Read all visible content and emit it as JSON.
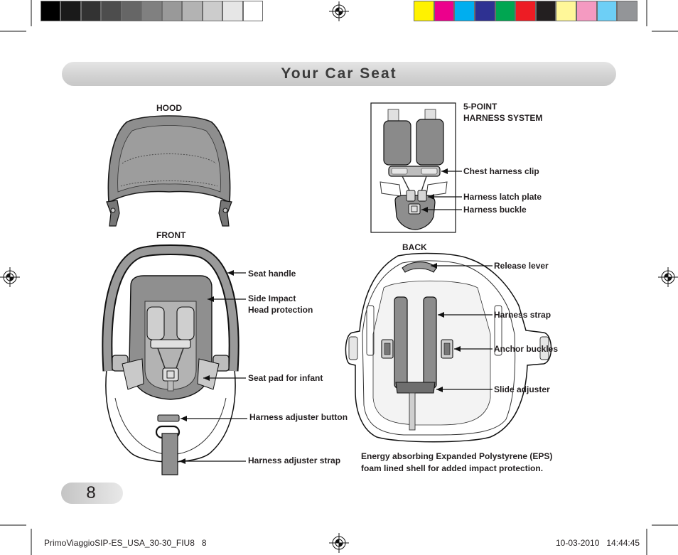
{
  "page": {
    "title": "Your Car Seat",
    "page_number": "8"
  },
  "labels": {
    "hood": "HOOD",
    "front": "FRONT",
    "back": "BACK",
    "harness_system": {
      "line1": "5-POINT",
      "line2": "HARNESS SYSTEM"
    }
  },
  "callouts": {
    "chest_harness_clip": "Chest harness clip",
    "harness_latch_plate": "Harness latch plate",
    "harness_buckle": "Harness buckle",
    "seat_handle": "Seat handle",
    "side_impact": {
      "line1": "Side Impact",
      "line2": "Head protection"
    },
    "seat_pad": "Seat pad for infant",
    "harness_adjuster_button": "Harness adjuster button",
    "harness_adjuster_strap": "Harness adjuster strap",
    "release_lever": "Release lever",
    "harness_strap": "Harness strap",
    "anchor_buckles": "Anchor buckles",
    "slide_adjuster": "Slide adjuster"
  },
  "note": {
    "line1": "Energy absorbing Expanded Polystyrene (EPS)",
    "line2": "foam lined shell for added impact protection."
  },
  "slug": {
    "file": "PrimoViaggioSIP-ES_USA_30-30_FIU8   8",
    "datetime": "10-03-2010   14:44:45"
  },
  "color_bars": {
    "grayscale": [
      "#000000",
      "#1a1a1a",
      "#333333",
      "#4d4d4d",
      "#666666",
      "#808080",
      "#999999",
      "#b3b3b3",
      "#cccccc",
      "#e6e6e6",
      "#ffffff"
    ],
    "process": [
      "#fff200",
      "#ec008c",
      "#00aeef",
      "#2e3192",
      "#00a651",
      "#ed1c24",
      "#231f20",
      "#fff799",
      "#f49ac1",
      "#6dcff6",
      "#939598"
    ]
  },
  "colors": {
    "title_text": "#3b3b3b",
    "banner": "#d3d3d3",
    "illustration_gray": "#8e8e8e"
  }
}
